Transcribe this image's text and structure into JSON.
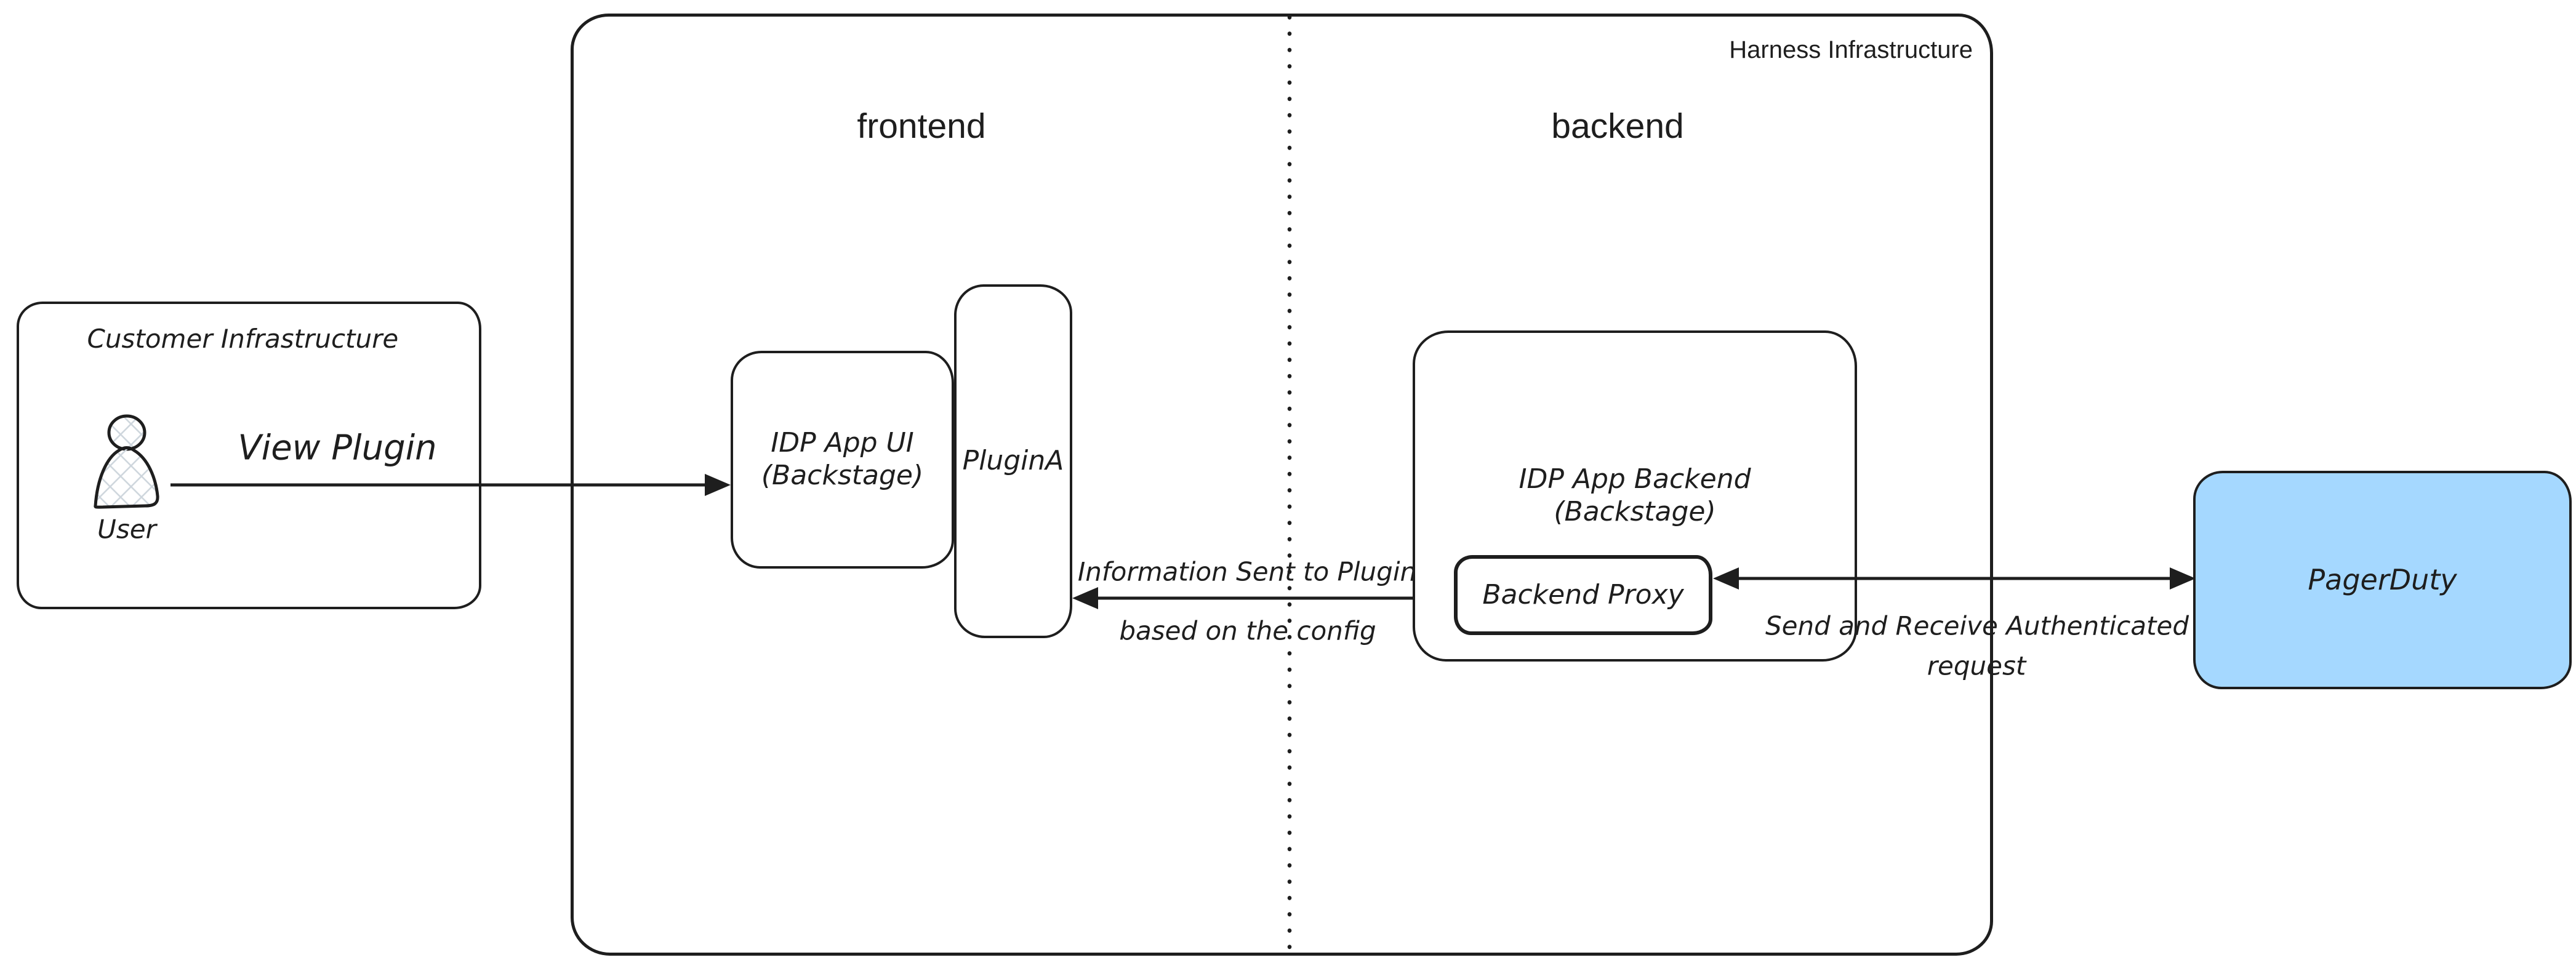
{
  "canvas": {
    "background": "#ffffff",
    "ink_color": "#1e1e1e"
  },
  "harness": {
    "label": "Harness Infrastructure",
    "frontend_label": "frontend",
    "backend_label": "backend"
  },
  "customer": {
    "title": "Customer Infrastructure",
    "user_label": "User"
  },
  "idp_ui": {
    "line1": "IDP App UI",
    "line2": "(Backstage)"
  },
  "plugin_a": {
    "label": "PluginA"
  },
  "idp_backend": {
    "line1": "IDP App Backend",
    "line2": "(Backstage)",
    "proxy_label": "Backend Proxy"
  },
  "pagerduty": {
    "label": "PagerDuty",
    "fill": "#a5d8ff"
  },
  "arrows": {
    "view_plugin": {
      "label": "View Plugin"
    },
    "info_sent": {
      "line1": "Information Sent to Plugin",
      "line2": "based on the config"
    },
    "auth": {
      "line1": "Send and Receive Authenticated",
      "line2": "request"
    }
  }
}
